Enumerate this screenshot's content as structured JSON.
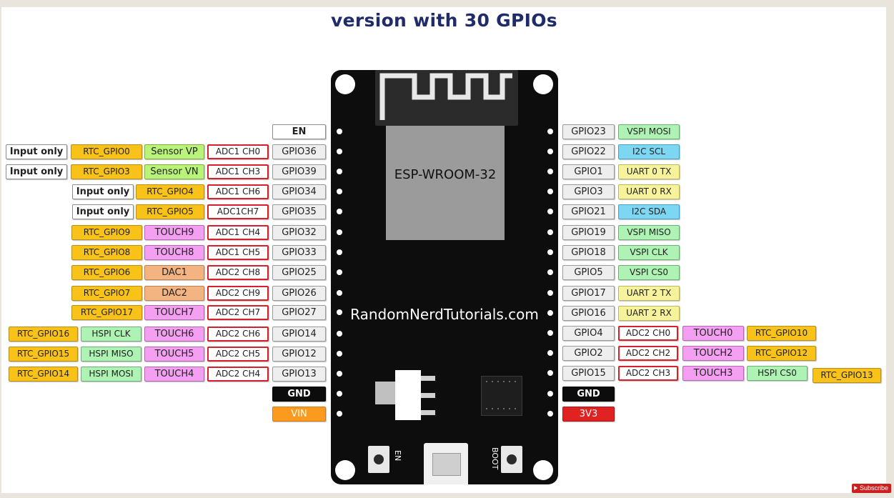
{
  "title": "version with 30 GPIOs",
  "board": {
    "module_label": "ESP-WROOM-32",
    "site_label": "RandomNerdTutorials.com",
    "en_button_label": "EN",
    "boot_button_label": "BOOT"
  },
  "left_pins": [
    {
      "gpio": "EN"
    },
    {
      "gpio": "GPIO36",
      "adc": "ADC1 CH0",
      "func1": "Sensor VP",
      "rtc": "RTC_GPIO0",
      "note": "Input only"
    },
    {
      "gpio": "GPIO39",
      "adc": "ADC1 CH3",
      "func1": "Sensor VN",
      "rtc": "RTC_GPIO3",
      "note": "Input only"
    },
    {
      "gpio": "GPIO34",
      "adc": "ADC1 CH6",
      "rtc": "RTC_GPIO4",
      "note": "Input only"
    },
    {
      "gpio": "GPIO35",
      "adc": "ADC1CH7",
      "rtc": "RTC_GPIO5",
      "note": "Input only"
    },
    {
      "gpio": "GPIO32",
      "adc": "ADC1 CH4",
      "func1": "TOUCH9",
      "rtc": "RTC_GPIO9"
    },
    {
      "gpio": "GPIO33",
      "adc": "ADC1 CH5",
      "func1": "TOUCH8",
      "rtc": "RTC_GPIO8"
    },
    {
      "gpio": "GPIO25",
      "adc": "ADC2 CH8",
      "func1": "DAC1",
      "rtc": "RTC_GPIO6"
    },
    {
      "gpio": "GPIO26",
      "adc": "ADC2 CH9",
      "func1": "DAC2",
      "rtc": "RTC_GPIO7"
    },
    {
      "gpio": "GPIO27",
      "adc": "ADC2 CH7",
      "func1": "TOUCH7",
      "rtc": "RTC_GPIO17"
    },
    {
      "gpio": "GPIO14",
      "adc": "ADC2 CH6",
      "func1": "TOUCH6",
      "func2": "HSPI CLK",
      "rtc": "RTC_GPIO16"
    },
    {
      "gpio": "GPIO12",
      "adc": "ADC2 CH5",
      "func1": "TOUCH5",
      "func2": "HSPI MISO",
      "rtc": "RTC_GPIO15"
    },
    {
      "gpio": "GPIO13",
      "adc": "ADC2 CH4",
      "func1": "TOUCH4",
      "func2": "HSPI MOSI",
      "rtc": "RTC_GPIO14"
    },
    {
      "gpio": "GND"
    },
    {
      "gpio": "VIN"
    }
  ],
  "right_pins": [
    {
      "gpio": "GPIO23",
      "func1": "VSPI MOSI"
    },
    {
      "gpio": "GPIO22",
      "func1": "I2C SCL"
    },
    {
      "gpio": "GPIO1",
      "func1": "UART 0 TX"
    },
    {
      "gpio": "GPIO3",
      "func1": "UART 0 RX"
    },
    {
      "gpio": "GPIO21",
      "func1": "I2C SDA"
    },
    {
      "gpio": "GPIO19",
      "func1": "VSPI MISO"
    },
    {
      "gpio": "GPIO18",
      "func1": "VSPI CLK"
    },
    {
      "gpio": "GPIO5",
      "func1": "VSPI CS0"
    },
    {
      "gpio": "GPIO17",
      "func1": "UART 2 TX"
    },
    {
      "gpio": "GPIO16",
      "func1": "UART 2 RX"
    },
    {
      "gpio": "GPIO4",
      "adc": "ADC2 CH0",
      "func1": "TOUCH0",
      "rtc": "RTC_GPIO10"
    },
    {
      "gpio": "GPIO2",
      "adc": "ADC2 CH2",
      "func1": "TOUCH2",
      "rtc": "RTC_GPIO12"
    },
    {
      "gpio": "GPIO15",
      "adc": "ADC2 CH3",
      "func1": "TOUCH3",
      "func2": "HSPI CS0",
      "rtc": "RTC_GPIO13"
    },
    {
      "gpio": "GND"
    },
    {
      "gpio": "3V3"
    }
  ],
  "subscribe_label": "Subscribe"
}
